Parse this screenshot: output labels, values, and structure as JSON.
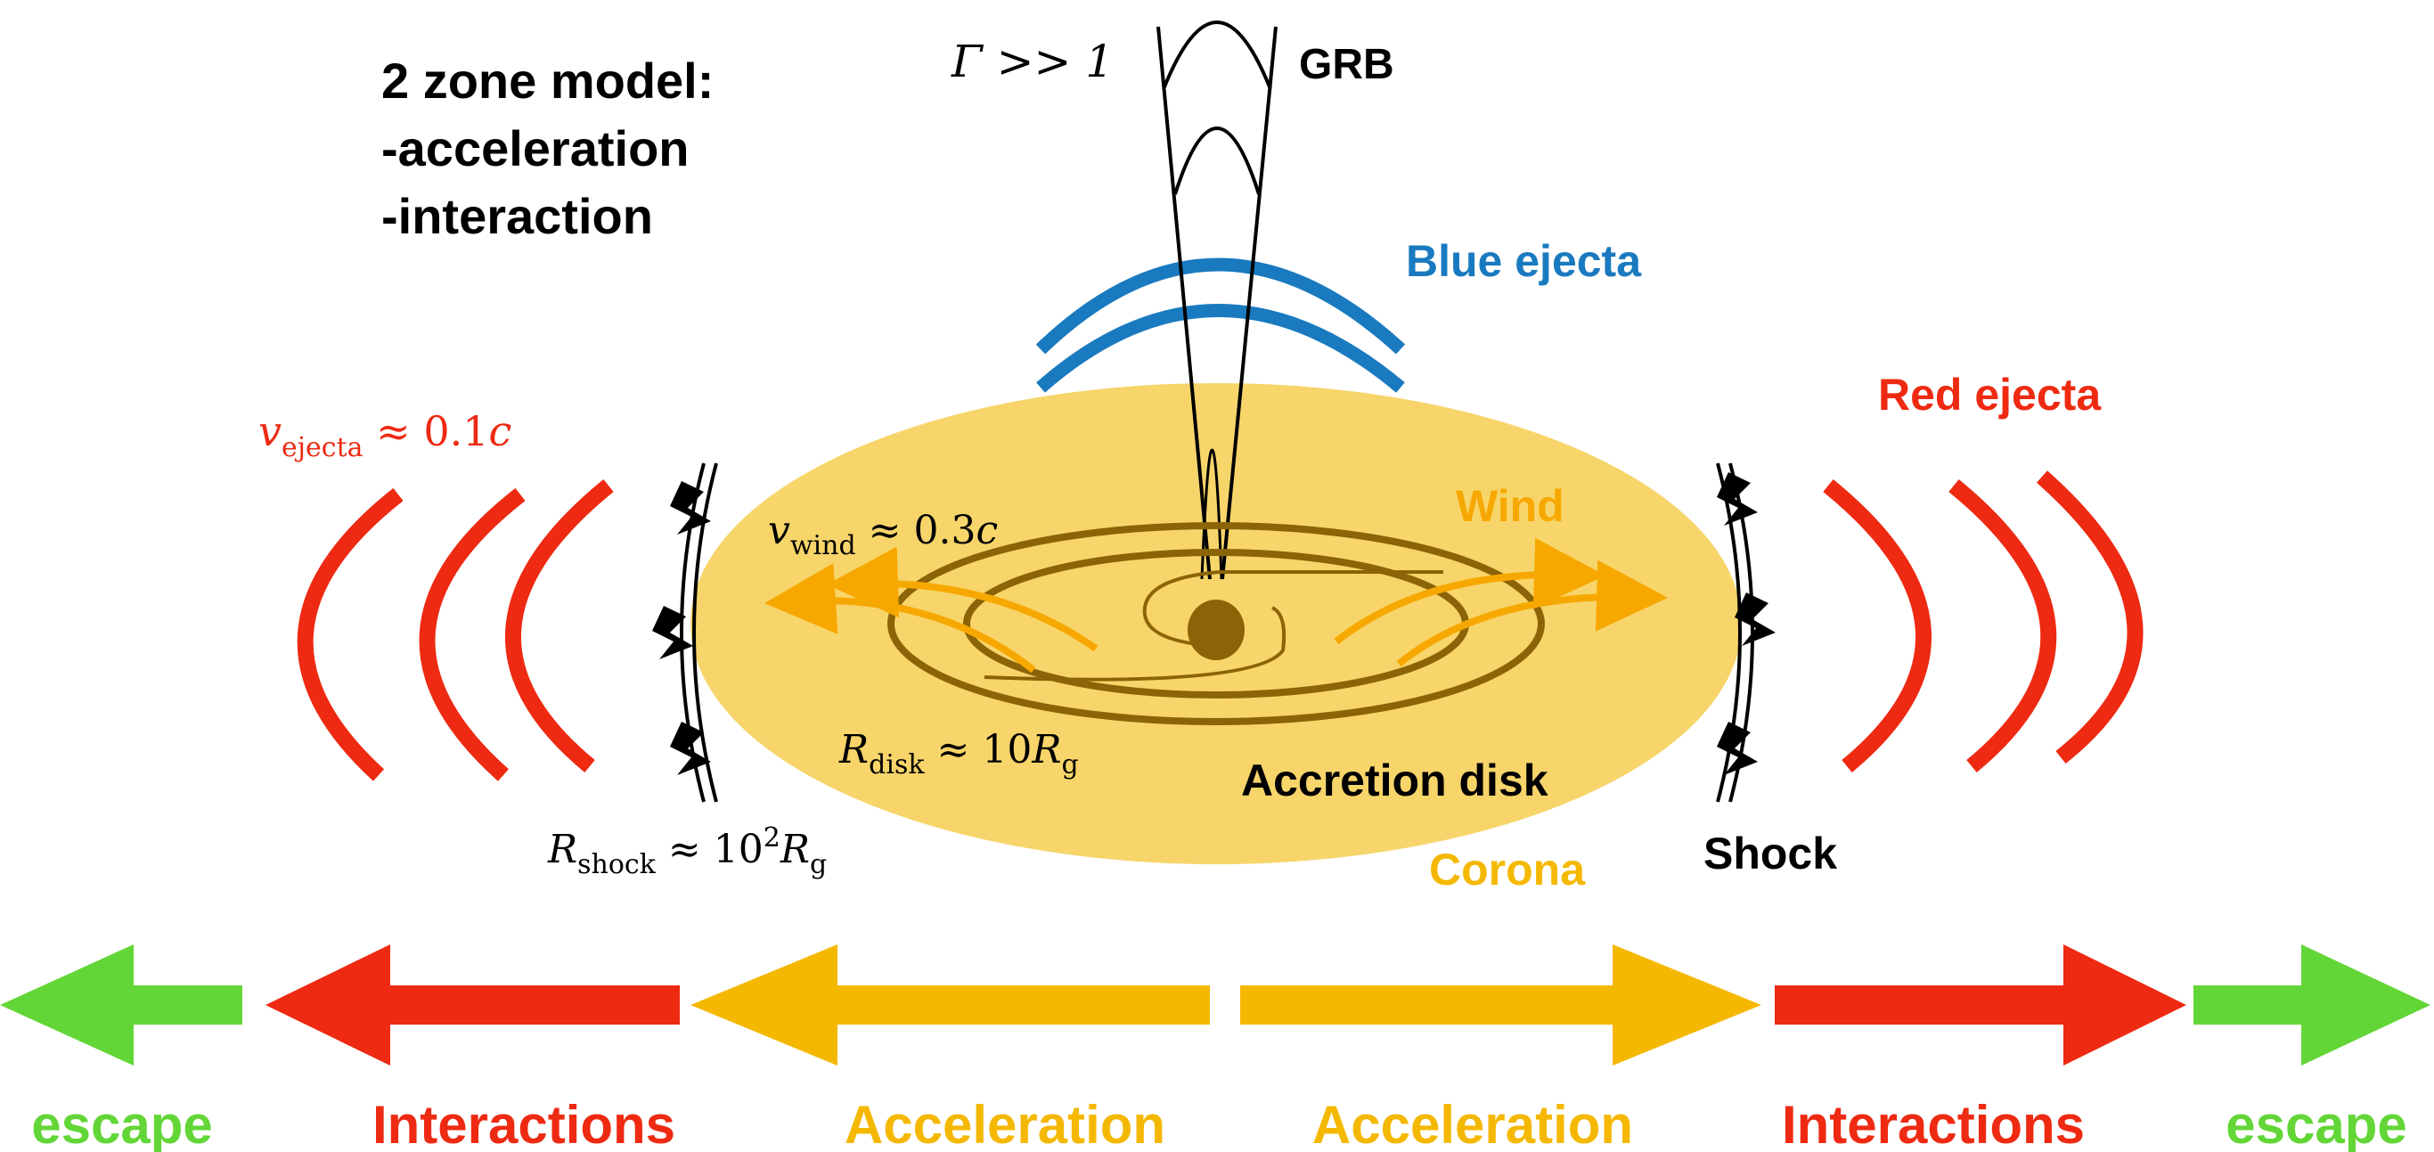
{
  "title": {
    "line1": "2 zone model:",
    "line2": "-acceleration",
    "line3": "-interaction"
  },
  "labels": {
    "grb": "GRB",
    "gamma": "Γ >> 1",
    "blue_ejecta": "Blue ejecta",
    "red_ejecta": "Red ejecta",
    "wind": "Wind",
    "accretion_disk": "Accretion disk",
    "corona": "Corona",
    "shock": "Shock"
  },
  "equations": {
    "v_ejecta": {
      "sym": "v",
      "sub": "ejecta",
      "rel": " ≈ 0.1",
      "tail": "c"
    },
    "v_wind": {
      "sym": "v",
      "sub": "wind",
      "rel": " ≈ 0.3",
      "tail": "c"
    },
    "r_disk": {
      "sym": "R",
      "sub": "disk",
      "rel": " ≈ 10",
      "tail": "R",
      "tail_sub": "g"
    },
    "r_shock": {
      "sym": "R",
      "sub": "shock",
      "rel": " ≈ 10",
      "sup": "2",
      "tail": "R",
      "tail_sub": "g"
    }
  },
  "zones": [
    {
      "label": "escape",
      "color": "#63d637"
    },
    {
      "label": "Interactions",
      "color": "#ee2a12"
    },
    {
      "label": "Acceleration",
      "color": "#f5b800"
    },
    {
      "label": "Acceleration",
      "color": "#f5b800"
    },
    {
      "label": "Interactions",
      "color": "#ee2a12"
    },
    {
      "label": "escape",
      "color": "#63d637"
    }
  ],
  "colors": {
    "blue_ejecta": "#1a7abf",
    "red_ejecta": "#ee2a12",
    "wind": "#f7a800",
    "corona_fill": "#f7d56a",
    "disk": "#8a6406",
    "corona_text": "#f5b800",
    "text": "#000000"
  }
}
